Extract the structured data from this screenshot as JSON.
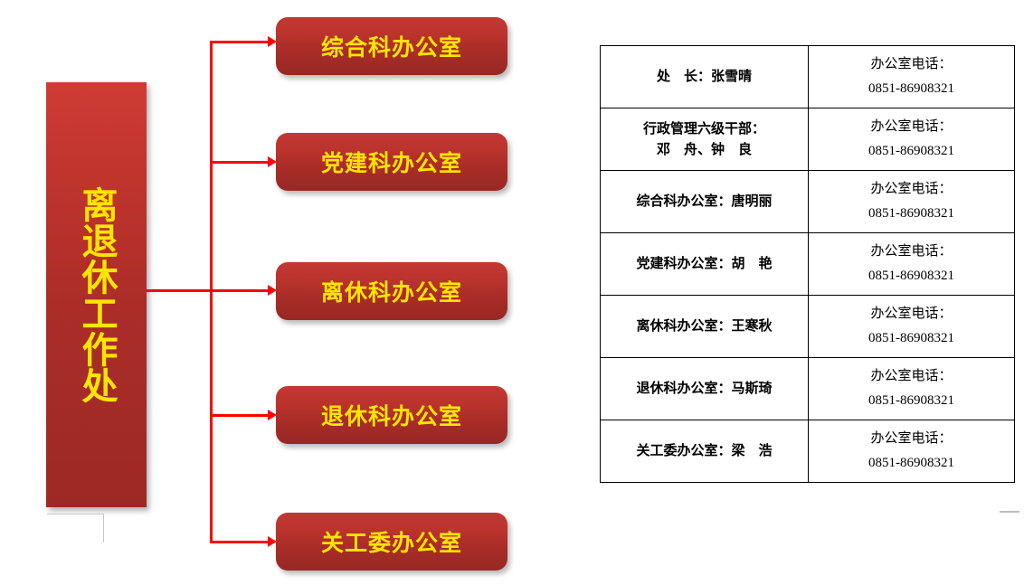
{
  "main_unit": {
    "label": "离退休工作处",
    "text_color": "#ffe500",
    "box_color": "#ac2d28"
  },
  "departments": [
    {
      "label": "综合科办公室"
    },
    {
      "label": "党建科办公室"
    },
    {
      "label": "离休科办公室"
    },
    {
      "label": "退休科办公室"
    },
    {
      "label": "关工委办公室"
    }
  ],
  "staff_table": {
    "rows": [
      {
        "role": "处　长：张雪晴",
        "phone": "办公室电话：\n0851-86908321"
      },
      {
        "role": "行政管理六级干部：\n邓　舟、钟　良",
        "phone": "办公室电话：\n0851-86908321"
      },
      {
        "role": "综合科办公室：唐明丽",
        "phone": "办公室电话：\n0851-86908321"
      },
      {
        "role": "党建科办公室：胡　艳",
        "phone": "办公室电话：\n0851-86908321"
      },
      {
        "role": "离休科办公室：王寒秋",
        "phone": "办公室电话：\n0851-86908321"
      },
      {
        "role": "退休科办公室：马斯琦",
        "phone": "办公室电话：\n0851-86908321"
      },
      {
        "role": "关工委办公室：梁　浩",
        "phone": "办公室电话：\n0851-86908321"
      }
    ]
  },
  "connector": {
    "color": "#ff0000"
  }
}
